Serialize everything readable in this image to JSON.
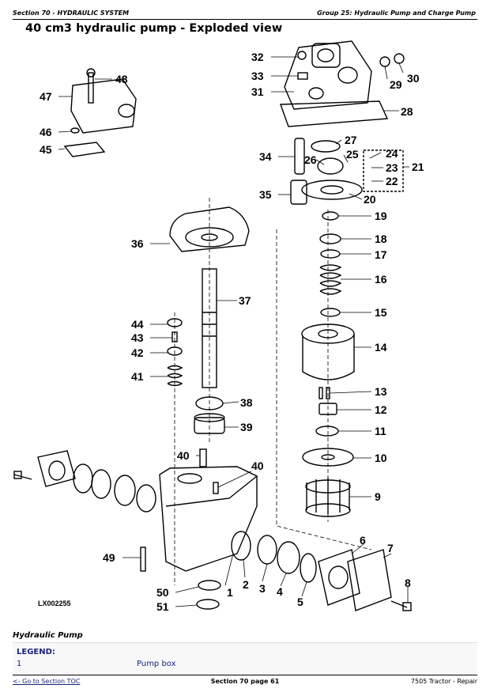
{
  "header": {
    "left": "Section 70 - HYDRAULIC SYSTEM",
    "right": "Group 25: Hydraulic Pump and Charge Pump"
  },
  "title": "40 cm3 hydraulic pump - Exploded view",
  "figure": {
    "figure_id": "LX002255",
    "callouts": [
      "1",
      "2",
      "3",
      "4",
      "5",
      "6",
      "7",
      "8",
      "9",
      "10",
      "11",
      "12",
      "13",
      "14",
      "15",
      "16",
      "17",
      "18",
      "19",
      "20",
      "21",
      "22",
      "23",
      "24",
      "25",
      "26",
      "27",
      "28",
      "29",
      "30",
      "31",
      "32",
      "33",
      "34",
      "35",
      "36",
      "37",
      "38",
      "39",
      "40",
      "40",
      "41",
      "42",
      "43",
      "44",
      "45",
      "46",
      "47",
      "48",
      "49",
      "50",
      "51"
    ]
  },
  "caption": "Hydraulic Pump",
  "legend": {
    "title": "LEGEND:",
    "items": [
      {
        "number": "1",
        "text": "Pump box"
      }
    ]
  },
  "footer": {
    "link": "<- Go to Section TOC",
    "center": "Section 70 page 61",
    "right": "7505 Tractor - Repair"
  }
}
